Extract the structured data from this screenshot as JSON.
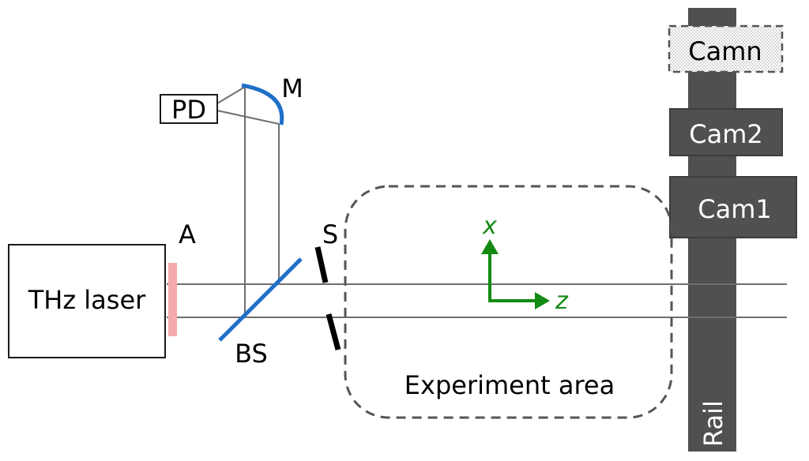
{
  "labels": {
    "laser": "THz laser",
    "aperture": "A",
    "beam_splitter": "BS",
    "mirror": "M",
    "photodetector": "PD",
    "shutter": "S",
    "experiment_area": "Experiment area",
    "axis_x": "x",
    "axis_z": "z",
    "camera_n": "Camn",
    "camera_2": "Cam2",
    "camera_1": "Cam1",
    "rail": "Rail"
  },
  "colors": {
    "beam": "#6e6e6e",
    "optics_blue": "#1f6fc9",
    "aperture_pink": "#f4a9ab",
    "axis_green": "#138a13",
    "rail_gray": "#505050",
    "dashed": "#555555"
  }
}
